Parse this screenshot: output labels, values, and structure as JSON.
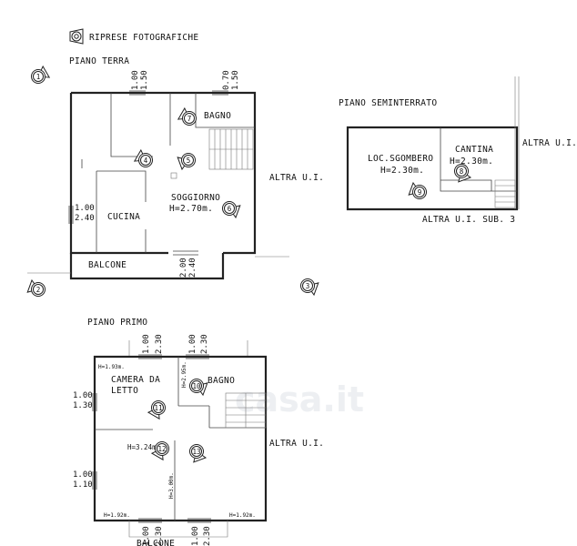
{
  "legend": {
    "label": "RIPRESE FOTOGRAFICHE",
    "icon": "camera-view-icon"
  },
  "floors": {
    "ground": {
      "title": "PIANO TERRA",
      "rooms": {
        "bath": "BAGNO",
        "living": "SOGGIORNO",
        "living_height": "H=2.70m.",
        "kitchen": "CUCINA",
        "balcony": "BALCONE"
      },
      "windows": {
        "w1_width": "1.00",
        "w1_height": "1.50",
        "w2_width": "0.70",
        "w2_height": "1.50",
        "w3_width": "1.00",
        "w3_height": "2.40",
        "w4_width": "2.00",
        "w4_height": "2.40"
      },
      "adjacent": "ALTRA U.I."
    },
    "basement": {
      "title": "PIANO SEMINTERRATO",
      "rooms": {
        "storage": "LOC.SGOMBERO",
        "storage_height": "H=2.30m.",
        "cellar": "CANTINA",
        "cellar_height": "H=2.30m."
      },
      "adjacent_right": "ALTRA U.I.",
      "adjacent_bottom": "ALTRA U.I. SUB. 3"
    },
    "first": {
      "title": "PIANO PRIMO",
      "rooms": {
        "bedroom_line1": "CAMERA DA",
        "bedroom_line2": "LETTO",
        "bath": "BAGNO",
        "balcony": "BALCONE"
      },
      "heights": {
        "h1": "H=1.93m.",
        "h2": "H=2.95m.",
        "h3": "H=3.24m.",
        "h4": "H=3.00m.",
        "h5": "H=1.92m.",
        "h6": "H=1.92m."
      },
      "windows": {
        "w1_width": "1.00",
        "w1_height": "2.30",
        "w2_width": "1.00",
        "w2_height": "2.30",
        "w3_width": "1.00",
        "w3_height": "1.30",
        "w4_width": "1.00",
        "w4_height": "1.10",
        "w5_width": "1.00",
        "w5_height": "2.30",
        "w6_width": "1.00",
        "w6_height": "2.30"
      },
      "adjacent": "ALTRA U.I."
    }
  },
  "photo_points": [
    "1",
    "2",
    "3",
    "4",
    "5",
    "6",
    "7",
    "8",
    "9",
    "10",
    "11",
    "12",
    "13"
  ],
  "watermark": "casa.it"
}
